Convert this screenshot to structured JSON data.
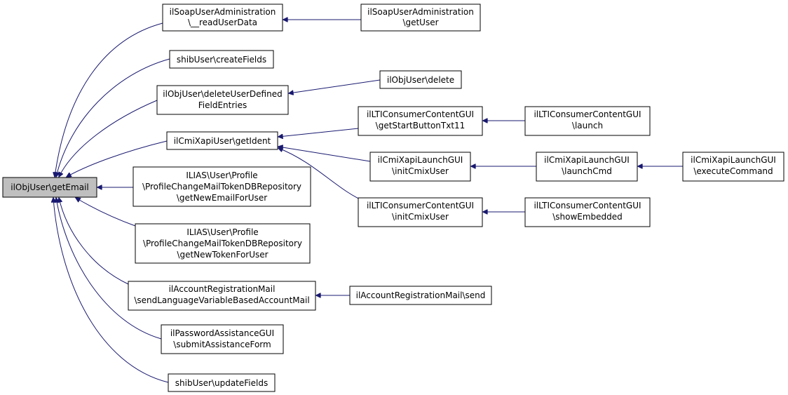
{
  "colors": {
    "edge": "#191970",
    "root_fill": "#bfbfbf",
    "node_fill": "#ffffff",
    "border": "#000000"
  },
  "nodes": {
    "getEmail": [
      "ilObjUser\\getEmail"
    ],
    "soapReadUserData": [
      "ilSoapUserAdministration",
      "\\__readUserData"
    ],
    "soapGetUser": [
      "ilSoapUserAdministration",
      "\\getUser"
    ],
    "shibCreateFields": [
      "shibUser\\createFields"
    ],
    "deleteUserDefined": [
      "ilObjUser\\deleteUserDefined",
      "FieldEntries"
    ],
    "objUserDelete": [
      "ilObjUser\\delete"
    ],
    "cmiXapiGetIdent": [
      "ilCmiXapiUser\\getIdent"
    ],
    "ltiGetStartButton": [
      "ilLTIConsumerContentGUI",
      "\\getStartButtonTxt11"
    ],
    "ltiLaunch": [
      "ilLTIConsumerContentGUI",
      "\\launch"
    ],
    "cmiLaunchInitCmixUser": [
      "ilCmiXapiLaunchGUI",
      "\\initCmixUser"
    ],
    "cmiLaunchLaunchCmd": [
      "ilCmiXapiLaunchGUI",
      "\\launchCmd"
    ],
    "cmiLaunchExecuteCommand": [
      "ilCmiXapiLaunchGUI",
      "\\executeCommand"
    ],
    "ltiInitCmixUser": [
      "ilLTIConsumerContentGUI",
      "\\initCmixUser"
    ],
    "ltiShowEmbedded": [
      "ilLTIConsumerContentGUI",
      "\\showEmbedded"
    ],
    "getNewEmailForUser": [
      "ILIAS\\User\\Profile",
      "\\ProfileChangeMailTokenDBRepository",
      "\\getNewEmailForUser"
    ],
    "getNewTokenForUser": [
      "ILIAS\\User\\Profile",
      "\\ProfileChangeMailTokenDBRepository",
      "\\getNewTokenForUser"
    ],
    "accountRegSendLang": [
      "ilAccountRegistrationMail",
      "\\sendLanguageVariableBasedAccountMail"
    ],
    "accountRegSend": [
      "ilAccountRegistrationMail\\send"
    ],
    "passwordAssistance": [
      "ilPasswordAssistanceGUI",
      "\\submitAssistanceForm"
    ],
    "shibUpdateFields": [
      "shibUser\\updateFields"
    ]
  }
}
